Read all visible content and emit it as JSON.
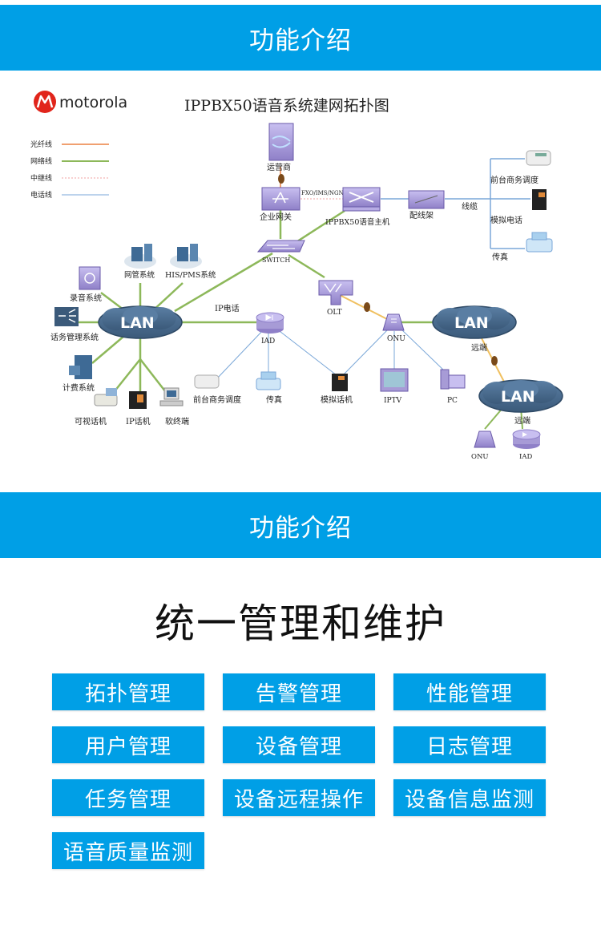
{
  "banners": {
    "top_title": "功能介绍",
    "mid_title": "功能介绍"
  },
  "diagram": {
    "brand": "motorola",
    "title": "IPPBX50语音系统建网拓扑图",
    "legend": [
      {
        "label": "光纤线",
        "color": "#f0a070",
        "style": "solid"
      },
      {
        "label": "网络线",
        "color": "#8db85a",
        "style": "solid"
      },
      {
        "label": "中继线",
        "color": "#f0a0a0",
        "style": "dashed"
      },
      {
        "label": "电话线",
        "color": "#7aa7d8",
        "style": "solid"
      }
    ],
    "nodes": {
      "carrier": "运营商",
      "gateway": "企业网关",
      "trunk_label": "FXO/IMS/NGN",
      "ippbx": "IPPBX50语音主机",
      "patch_panel": "配线架",
      "cable_label": "线缆",
      "front_desk_right": "前台商务调度",
      "analog_phone_right": "模拟电话",
      "fax_right": "传真",
      "switch": "SWITCH",
      "nms": "网管系统",
      "his_pms": "HIS/PMS系统",
      "recording": "录音系统",
      "lan_main": "LAN",
      "call_mgmt": "话务管理系统",
      "billing": "计费系统",
      "video_phone": "可视话机",
      "ip_phone": "IP话机",
      "softphone": "软终端",
      "ip_phone_label": "IP电话",
      "iad": "IAD",
      "olt": "OLT",
      "onu": "ONU",
      "lan_remote1": "LAN",
      "remote1": "远端",
      "front_desk_bottom": "前台商务调度",
      "fax_bottom": "传真",
      "analog_handset": "模拟话机",
      "iptv": "IPTV",
      "pc": "PC",
      "lan_remote2": "LAN",
      "remote2": "远端",
      "onu2": "ONU",
      "iad2": "IAD"
    }
  },
  "headline": "统一管理和维护",
  "features": [
    "拓扑管理",
    "告警管理",
    "性能管理",
    "用户管理",
    "设备管理",
    "日志管理",
    "任务管理",
    "设备远程操作",
    "设备信息监测",
    "语音质量监测"
  ],
  "colors": {
    "accent": "#009fe6",
    "network_line": "#8db85a",
    "phone_line": "#7aa7d8",
    "fiber_line": "#f0c060",
    "device_purple": "#a79bd6",
    "lan_cloud": "#4a6a8c",
    "motorola_red": "#e1251b"
  }
}
